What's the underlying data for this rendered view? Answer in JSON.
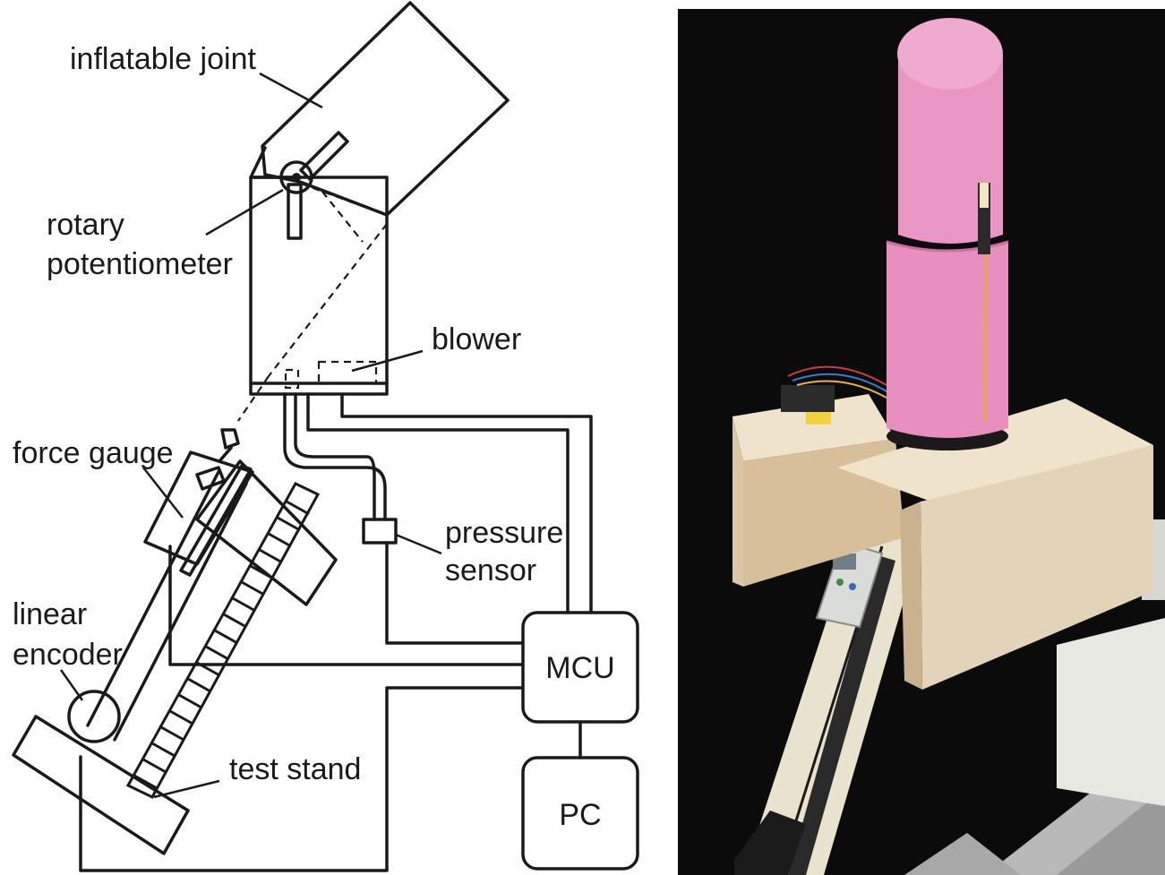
{
  "diagram": {
    "labels": {
      "inflatable_joint": "inflatable joint",
      "rotary_1": "rotary",
      "rotary_2": "potentiometer",
      "blower": "blower",
      "force_gauge": "force gauge",
      "pressure_1": "pressure",
      "pressure_2": "sensor",
      "linear_1": "linear",
      "linear_2": "encoder",
      "test_stand": "test stand",
      "mcu": "MCU",
      "pc": "PC"
    }
  },
  "photo": {
    "colors": {
      "background": "#0b0b0b",
      "cushion": "#e88fbf",
      "plywood": "#e3d3b8",
      "stand": "#e9e2cc",
      "floor": "#b9b9b9"
    }
  }
}
